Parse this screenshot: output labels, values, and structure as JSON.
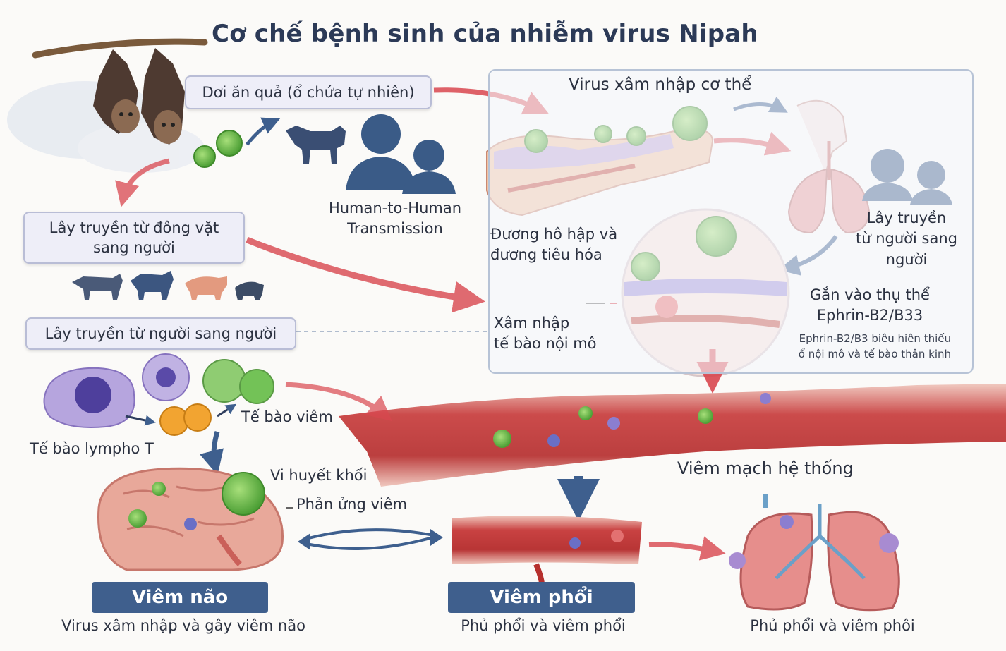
{
  "title": "Cơ chế bệnh sinh của nhiễm virus Nipah",
  "labels": {
    "bat_reservoir": "Dơi ăn quả (ổ chứa tự nhiên)",
    "human_to_human_en_1": "Human-to-Human",
    "human_to_human_en_2": "Transmission",
    "animal_to_human_1": "Lây truyền từ đông vặt",
    "animal_to_human_2": "sang người",
    "person_to_person": "Lây truyền từ người sang người",
    "virus_entry": "Virus xâm nhập cơ thể",
    "respiratory_1": "Đương hô hập và",
    "respiratory_2": "đương tiêu hóa",
    "transmission_right_1": "Lây truyền",
    "transmission_right_2": "từ người sang",
    "transmission_right_3": "người",
    "receptor_1": "Gắn vào thụ thể",
    "receptor_2": "Ephrin-B2/B33",
    "receptor_note_1": "Ephrin-B2/B3 biêu hiên thiếu",
    "receptor_note_2": "ổ nội mô và tế bào thân kinh",
    "endothelial_1": "Xâm nhập",
    "endothelial_2": "tế bào nội mô",
    "inflammatory_cells": "Tế bào viêm",
    "lymphocyte": "Tế bào lympho T",
    "microthrombus": "Vi huyết khối",
    "inflammatory_reaction": "Phản ửng viêm",
    "systemic_vasculitis": "Viêm mạch hệ thống",
    "encephalitis_title": "Viêm não",
    "encephalitis_desc": "Virus xâm nhập và gây viêm não",
    "pneumonia_title": "Viêm phổi",
    "pneumonia_desc": "Phủ phổi và viêm phổi",
    "lung_desc": "Phủ phổi và viêm phôi"
  },
  "colors": {
    "title": "#2c3a57",
    "banner": "#3f5f8d",
    "arrow_red": "#d9474f",
    "arrow_blue": "#3e5f8e",
    "virus_green": "#6cc04a",
    "vessel_red": "#c9403f",
    "brain_pink": "#e8a89a"
  },
  "icons": [
    "bat-icon",
    "virus-icon",
    "cow-icon",
    "human-silhouette-icon",
    "lungs-icon",
    "brain-icon",
    "blood-vessel-icon",
    "lymphocyte-icon"
  ]
}
